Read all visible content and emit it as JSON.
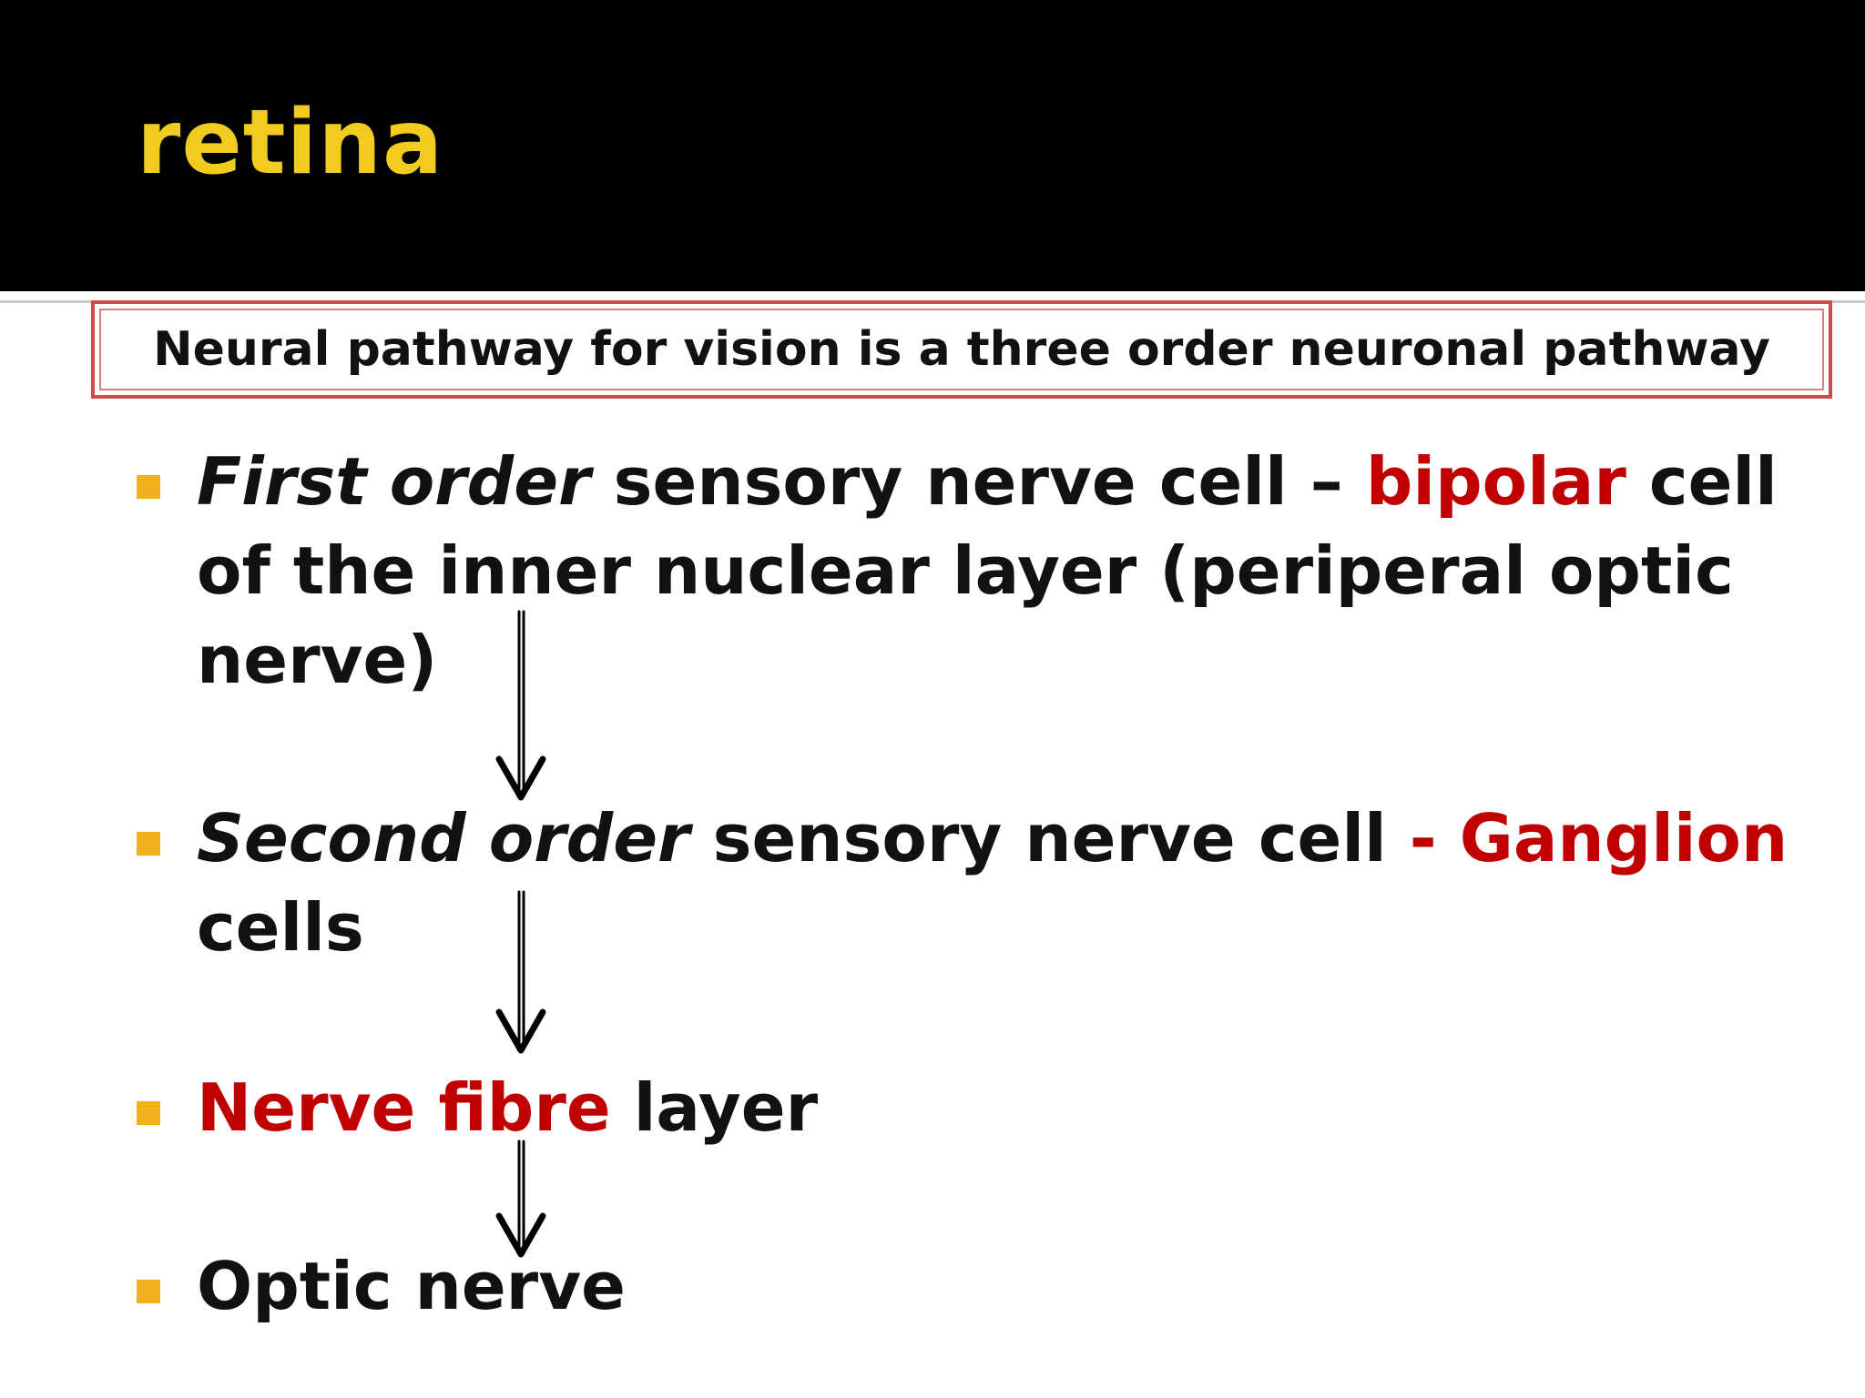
{
  "slide": {
    "title": "retina",
    "callout": "Neural pathway for vision is a three order neuronal pathway",
    "items": [
      {
        "italic": "First order",
        "text1": " sensory nerve cell – ",
        "highlight": "bipolar",
        "text2": " cell of the inner nuclear layer (periperal optic nerve)"
      },
      {
        "lead": " ",
        "italic": "Second order",
        "text1": " sensory nerve cell ",
        "highlight": "- Ganglion",
        "text2": " cells"
      },
      {
        "highlight": "Nerve fibre",
        "text1": " layer"
      },
      {
        "text1": "Optic nerve"
      }
    ]
  },
  "colors": {
    "title": "#f1cc1e",
    "bullet": "#f2b01e",
    "highlight": "#c00000",
    "callout_border": "#cc4b4b",
    "title_bar": "#000000"
  },
  "icons": {
    "bullet": "square-bullet-icon",
    "arrow": "down-arrow-icon"
  }
}
